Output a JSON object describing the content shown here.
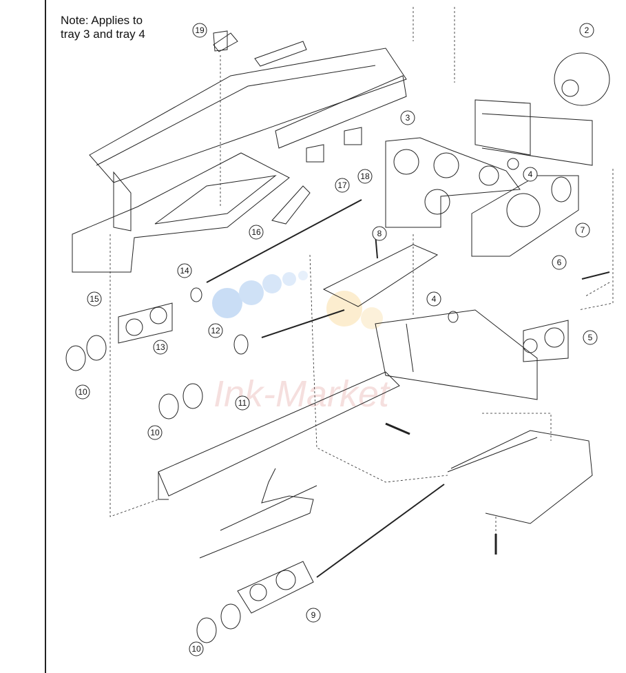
{
  "note": {
    "line1": "Note: Applies to",
    "line2": "tray 3 and tray 4"
  },
  "watermark": {
    "text": "Ink-Market"
  },
  "callouts": [
    {
      "label": "2"
    },
    {
      "label": "3"
    },
    {
      "label": "4"
    },
    {
      "label": "4"
    },
    {
      "label": "5"
    },
    {
      "label": "6"
    },
    {
      "label": "7"
    },
    {
      "label": "8"
    },
    {
      "label": "9"
    },
    {
      "label": "10"
    },
    {
      "label": "10"
    },
    {
      "label": "10"
    },
    {
      "label": "11"
    },
    {
      "label": "12"
    },
    {
      "label": "13"
    },
    {
      "label": "14"
    },
    {
      "label": "15"
    },
    {
      "label": "16"
    },
    {
      "label": "17"
    },
    {
      "label": "18"
    },
    {
      "label": "19"
    }
  ]
}
